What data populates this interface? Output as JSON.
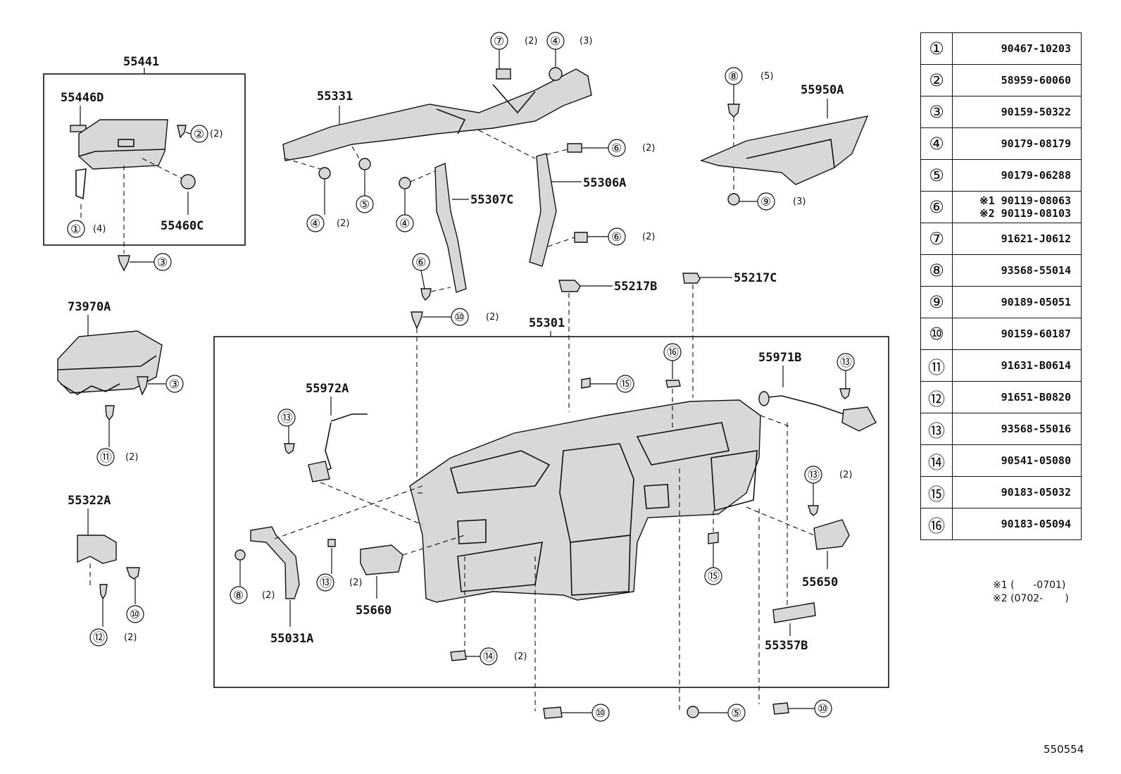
{
  "labels": {
    "p55441": "55441",
    "p55446D": "55446D",
    "p55460C": "55460C",
    "p55331": "55331",
    "p55307C": "55307C",
    "p55306A": "55306A",
    "p55950A": "55950A",
    "p73970A": "73970A",
    "p55322A": "55322A",
    "p55217B": "55217B",
    "p55217C": "55217C",
    "p55301": "55301",
    "p55972A": "55972A",
    "p55971B": "55971B",
    "p55031A": "55031A",
    "p55660": "55660",
    "p55650": "55650",
    "p55357B": "55357B"
  },
  "callouts": {
    "c1": "①",
    "c2": "②",
    "c3": "③",
    "c4": "④",
    "c5": "⑤",
    "c6": "⑥",
    "c7": "⑦",
    "c8": "⑧",
    "c9": "⑨",
    "c10": "⑩",
    "c11": "⑪",
    "c12": "⑫",
    "c13": "⑬",
    "c14": "⑭",
    "c15": "⑮",
    "c16": "⑯"
  },
  "quantities": {
    "q2": "(2)",
    "q3": "(3)",
    "q4": "(4)",
    "q5": "(5)"
  },
  "parts_table": [
    {
      "ref": "①",
      "part_numbers": [
        "90467-10203"
      ]
    },
    {
      "ref": "②",
      "part_numbers": [
        "58959-60060"
      ]
    },
    {
      "ref": "③",
      "part_numbers": [
        "90159-50322"
      ]
    },
    {
      "ref": "④",
      "part_numbers": [
        "90179-08179"
      ]
    },
    {
      "ref": "⑤",
      "part_numbers": [
        "90179-06288"
      ]
    },
    {
      "ref": "⑥",
      "part_numbers": [
        "※1 90119-08063",
        "※2 90119-08103"
      ]
    },
    {
      "ref": "⑦",
      "part_numbers": [
        "91621-J0612"
      ]
    },
    {
      "ref": "⑧",
      "part_numbers": [
        "93568-55014"
      ]
    },
    {
      "ref": "⑨",
      "part_numbers": [
        "90189-05051"
      ]
    },
    {
      "ref": "⑩",
      "part_numbers": [
        "90159-60187"
      ]
    },
    {
      "ref": "⑪",
      "part_numbers": [
        "91631-B0614"
      ]
    },
    {
      "ref": "⑫",
      "part_numbers": [
        "91651-B0820"
      ]
    },
    {
      "ref": "⑬",
      "part_numbers": [
        "93568-55016"
      ]
    },
    {
      "ref": "⑭",
      "part_numbers": [
        "90541-05080"
      ]
    },
    {
      "ref": "⑮",
      "part_numbers": [
        "90183-05032"
      ]
    },
    {
      "ref": "⑯",
      "part_numbers": [
        "90183-05094"
      ]
    }
  ],
  "notes": [
    "※1 (      -0701)",
    "※2 (0702-       )"
  ],
  "diagram_id": "550554"
}
